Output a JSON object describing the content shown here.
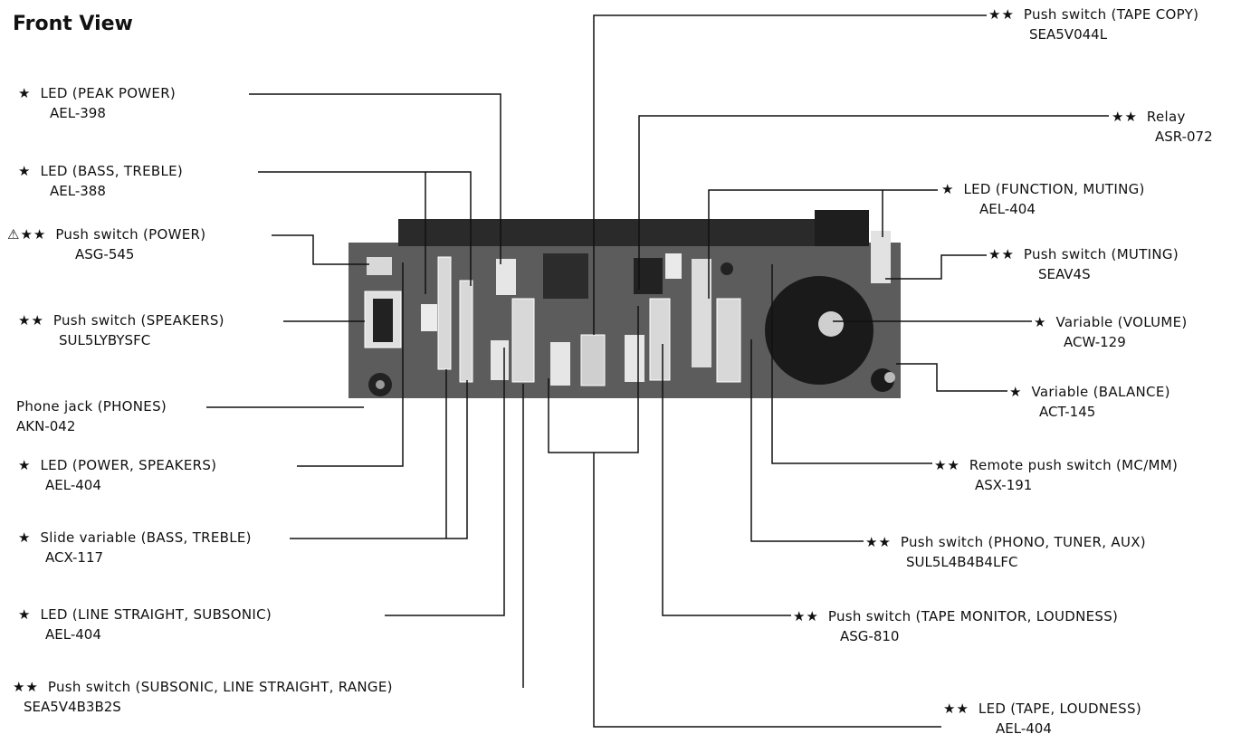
{
  "title": "Front View",
  "labels_left": [
    {
      "marker": "★",
      "name": "LED (PEAK POWER)",
      "part": "AEL-398"
    },
    {
      "marker": "★",
      "name": "LED (BASS, TREBLE)",
      "part": "AEL-388"
    },
    {
      "marker": "⚠★★",
      "name": "Push switch (POWER)",
      "part": "ASG-545"
    },
    {
      "marker": "★★",
      "name": "Push switch (SPEAKERS)",
      "part": "SUL5LYBYSFC"
    },
    {
      "marker": "",
      "name": "Phone jack (PHONES)",
      "part": "AKN-042"
    },
    {
      "marker": "★",
      "name": "LED (POWER, SPEAKERS)",
      "part": "AEL-404"
    },
    {
      "marker": "★",
      "name": "Slide variable (BASS, TREBLE)",
      "part": "ACX-117"
    },
    {
      "marker": "★",
      "name": "LED (LINE STRAIGHT, SUBSONIC)",
      "part": "AEL-404"
    },
    {
      "marker": "★★",
      "name": "Push switch (SUBSONIC, LINE STRAIGHT, RANGE)",
      "part": "SEA5V4B3B2S"
    }
  ],
  "labels_right": [
    {
      "marker": "★★",
      "name": "Push switch (TAPE COPY)",
      "part": "SEA5V044L"
    },
    {
      "marker": "★★",
      "name": "Relay",
      "part": "ASR-072"
    },
    {
      "marker": "★",
      "name": "LED (FUNCTION, MUTING)",
      "part": "AEL-404"
    },
    {
      "marker": "★★",
      "name": "Push switch (MUTING)",
      "part": "SEAV4S"
    },
    {
      "marker": "★",
      "name": "Variable (VOLUME)",
      "part": "ACW-129"
    },
    {
      "marker": "★",
      "name": "Variable (BALANCE)",
      "part": "ACT-145"
    },
    {
      "marker": "★★",
      "name": "Remote push switch (MC/MM)",
      "part": "ASX-191"
    },
    {
      "marker": "★★",
      "name": "Push switch (PHONO, TUNER, AUX)",
      "part": "SUL5L4B4B4LFC"
    },
    {
      "marker": "★★",
      "name": "Push switch (TAPE MONITOR, LOUDNESS)",
      "part": "ASG-810"
    },
    {
      "marker": "★★",
      "name": "LED (TAPE, LOUDNESS)",
      "part": "AEL-404"
    }
  ]
}
